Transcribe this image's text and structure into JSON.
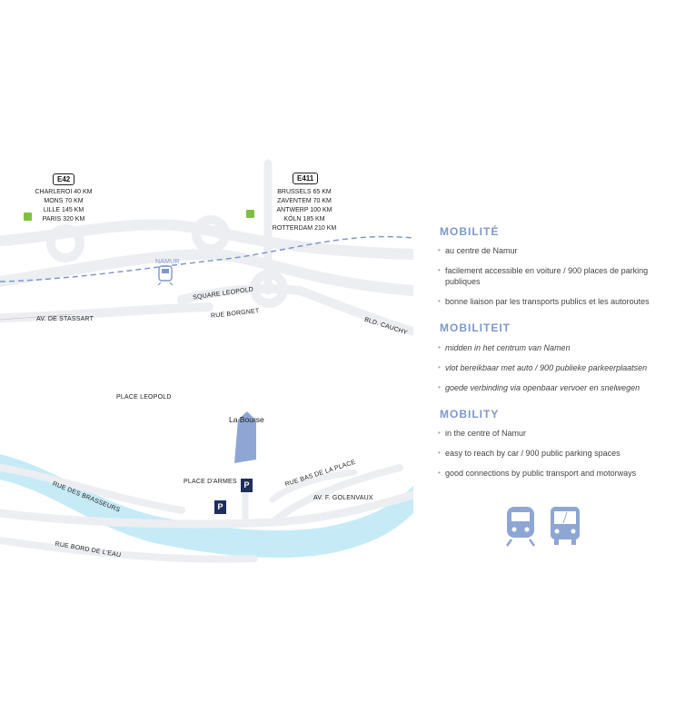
{
  "map": {
    "e42": {
      "badge": "E42",
      "destinations": [
        "CHARLEROI 40 KM",
        "MONS 70 KM",
        "LILLE 145 KM",
        "PARIS 320 KM"
      ]
    },
    "e411": {
      "badge": "E411",
      "destinations": [
        "BRUSSELS 65 KM",
        "ZAVENTEM 70 KM",
        "ANTWERP 100 KM",
        "KÖLN 185 KM",
        "ROTTERDAM 210 KM"
      ]
    },
    "station_label": "NAMUR",
    "streets": {
      "square_leopold": "SQUARE LEOPOLD",
      "av_stassart": "AV. DE STASSART",
      "rue_borgnet": "RUE BORGNET",
      "bld_cauchy": "BLD. CAUCHY",
      "place_leopold": "PLACE LEOPOLD",
      "place_armes": "PLACE D'ARMES",
      "rue_bas_place": "RUE BAS DE LA PLACE",
      "av_golenvaux": "AV. F. GOLENVAUX",
      "rue_brasseurs": "RUE DES BRASSEURS",
      "rue_bord_eau": "RUE BORD DE L'EAU"
    },
    "landmark": "La Bourse",
    "parking_symbol": "P"
  },
  "colors": {
    "accent": "#7e98c9",
    "river": "#c6ebf7",
    "road": "#eceef2",
    "parking": "#1f2f5c",
    "building": "#7e98c9"
  },
  "mobility": {
    "sections": [
      {
        "title": "MOBILITÉ",
        "items": [
          "au centre de Namur",
          "facilement accessible en voiture / 900 places de parking publiques",
          "bonne liaison par les transports publics et les autoroutes"
        ]
      },
      {
        "title": "MOBILITEIT",
        "items": [
          "midden in het centrum van Namen",
          "vlot bereikbaar met auto / 900 publieke parkeerplaatsen",
          "goede verbinding via openbaar vervoer en snelwegen"
        ]
      },
      {
        "title": "MOBILITY",
        "items": [
          "in the centre of Namur",
          "easy to reach by car / 900 public parking spaces",
          "good connections by public transport and motorways"
        ]
      }
    ],
    "icons": [
      "train-icon",
      "bus-icon"
    ]
  }
}
